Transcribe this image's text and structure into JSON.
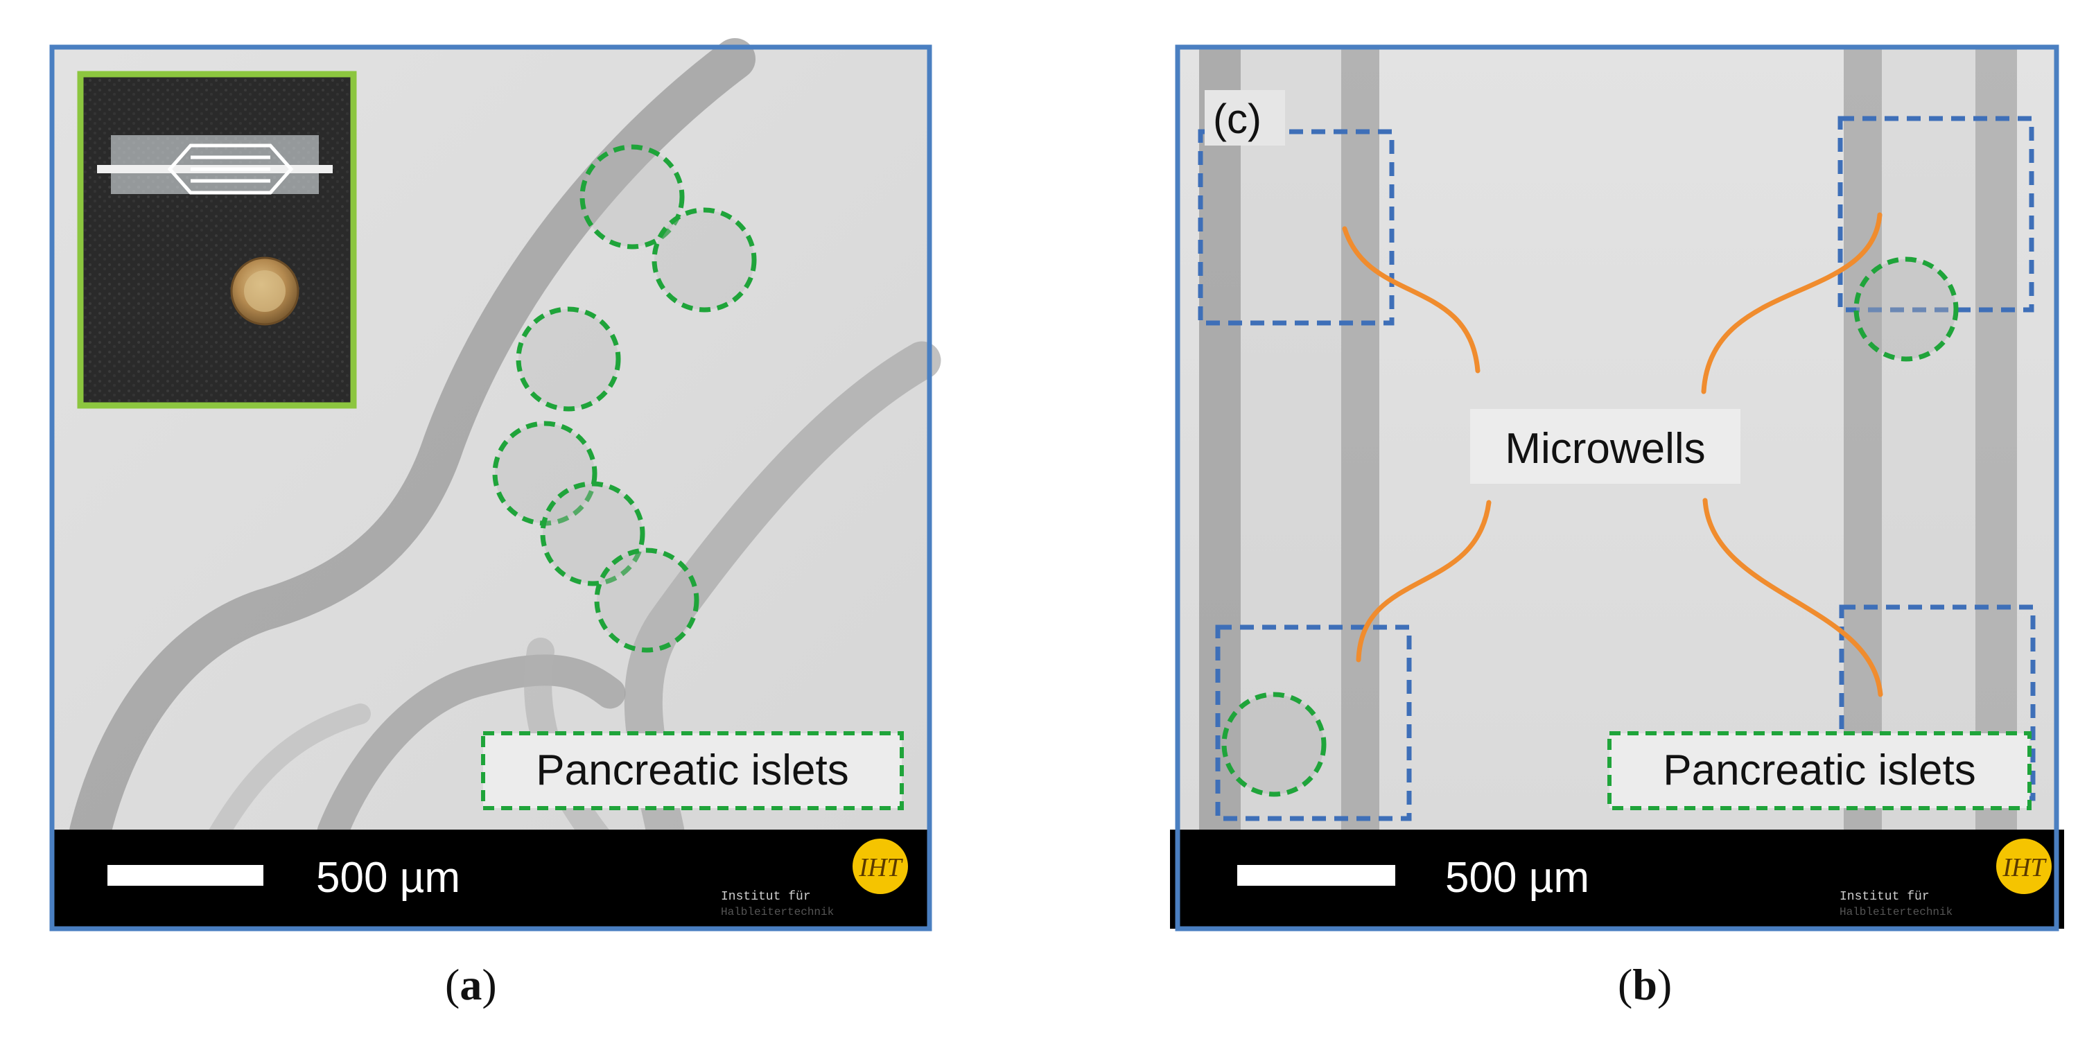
{
  "panel_a": {
    "caption_open": "(",
    "caption_letter": "a",
    "caption_close": ")",
    "label": "Pancreatic islets",
    "scale_bar": "500 µm",
    "logo_lines": [
      "Institut für",
      "Halbleitertechnik"
    ],
    "logo_mark": "IHT"
  },
  "panel_b": {
    "caption_open": "(",
    "caption_letter": "b",
    "caption_close": ")",
    "inner_tag": "(c)",
    "microwells": "Microwells",
    "label": "Pancreatic islets",
    "scale_bar": "500 µm",
    "logo_lines": [
      "Institut für",
      "Halbleitertechnik"
    ],
    "logo_mark": "IHT"
  },
  "colors": {
    "frame": "#4a7fc1",
    "islet_circle": "#1fa43a",
    "microwell_box": "#3e6fb8",
    "connector": "#f08c2e",
    "inset_border": "#8cc63f",
    "logo": "#f5c400"
  }
}
